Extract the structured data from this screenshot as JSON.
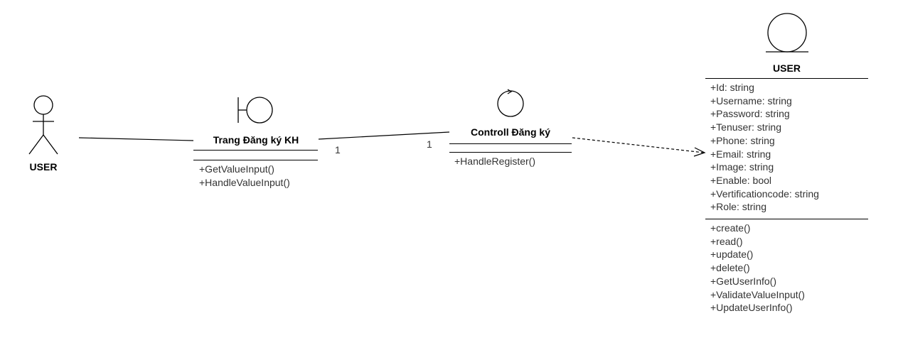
{
  "actor": {
    "name": "USER"
  },
  "boundary": {
    "name": "Trang Đăng ký KH",
    "methods": [
      "+GetValueInput()",
      "+HandleValueInput()"
    ]
  },
  "control": {
    "name": "Controll Đăng ký",
    "methods": [
      "+HandleRegister()"
    ]
  },
  "entity": {
    "name": "USER",
    "attributes": [
      "+Id: string",
      "+Username: string",
      "+Password: string",
      "+Tenuser: string",
      "+Phone: string",
      "+Email: string",
      "+Image: string",
      "+Enable: bool",
      "+Vertificationcode: string",
      "+Role: string"
    ],
    "methods": [
      "+create()",
      "+read()",
      "+update()",
      "+delete()",
      "+GetUserInfo()",
      "+ValidateValueInput()",
      "+UpdateUserInfo()"
    ]
  },
  "associations": {
    "boundary_multiplicity": "1",
    "control_multiplicity": "1"
  }
}
